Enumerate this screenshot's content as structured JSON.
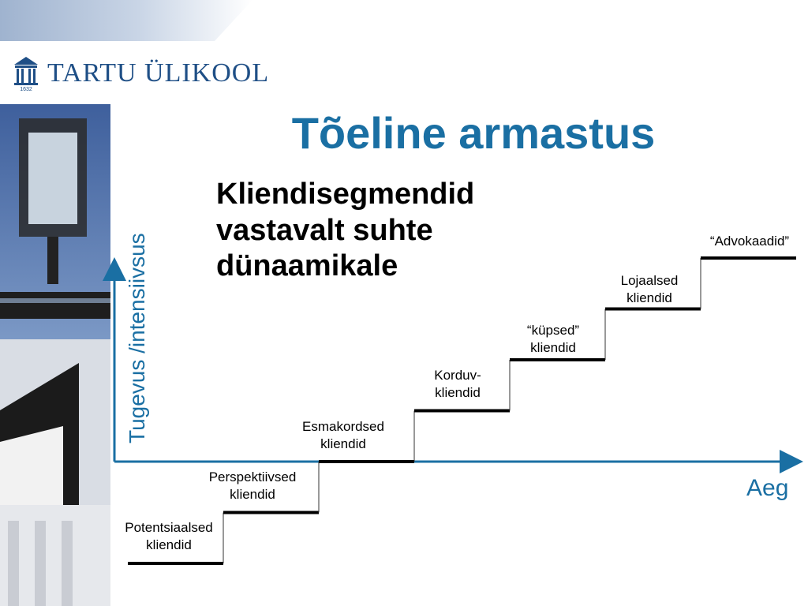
{
  "header": {
    "logo_text": "TARTU ÜLIKOOL",
    "logo_year": "1632"
  },
  "slide": {
    "title": "Tõeline armastus",
    "subtitle_lines": [
      "Kliendisegmendid",
      "vastavalt suhte",
      "dünaamikale"
    ]
  },
  "axes": {
    "y_label": "Tugevus /intensiivsus",
    "x_label": "Aeg"
  },
  "steps": [
    {
      "label": "Potentsiaalsed\nkliendid"
    },
    {
      "label": "Perspektiivsed\nkliendid"
    },
    {
      "label": "Esmakordsed\nkliendid"
    },
    {
      "label": "Korduv-\nkliendid"
    },
    {
      "label": "“küpsed”\nkliendid"
    },
    {
      "label": "Lojaalsed\nkliendid"
    },
    {
      "label": "“Advokaadid”"
    }
  ],
  "colors": {
    "title": "#1a6fa3",
    "axis": "#1a6fa3",
    "step_line": "#000000",
    "logo": "#1f4f86"
  }
}
